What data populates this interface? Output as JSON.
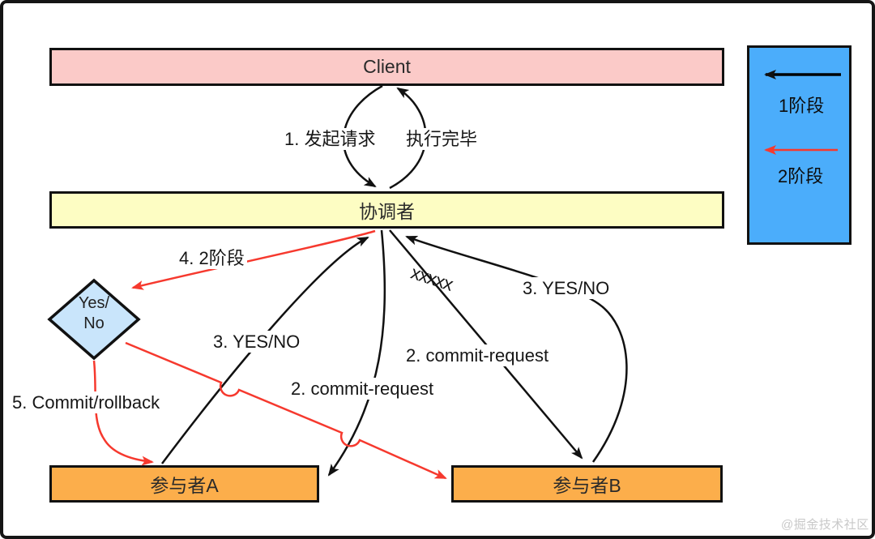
{
  "nodes": {
    "client": {
      "label": "Client",
      "fill": "#fbcac8"
    },
    "coordinator": {
      "label": "协调者",
      "fill": "#fdfdc3"
    },
    "participant_a": {
      "label": "参与者A",
      "fill": "#fcae4b"
    },
    "participant_b": {
      "label": "参与者B",
      "fill": "#fcae4b"
    },
    "decision": {
      "line1": "Yes/",
      "line2": "No",
      "fill": "#c9e5fb"
    }
  },
  "edges": {
    "step1_request": "1. 发起请求",
    "execution_done": "执行完毕",
    "step2_commit_request_a": "2. commit-request",
    "step2_commit_request_b": "2. commit-request",
    "step3_yes_no_a": "3. YES/NO",
    "step3_yes_no_b": "3. YES/NO",
    "step4_phase2": "4. 2阶段",
    "step5_commit_rollback": "5. Commit/rollback",
    "lost_message_marks": "xxxxx"
  },
  "legend": {
    "phase1": {
      "label": "1阶段",
      "arrow_color": "#000000"
    },
    "phase2": {
      "label": "2阶段",
      "arrow_color": "#f6392e"
    },
    "fill": "#4badfb"
  },
  "colors": {
    "line_black": "#111111",
    "line_red": "#f6392e",
    "border": "#151515",
    "watermark": "#c8c8c8"
  },
  "watermark": "@掘金技术社区"
}
